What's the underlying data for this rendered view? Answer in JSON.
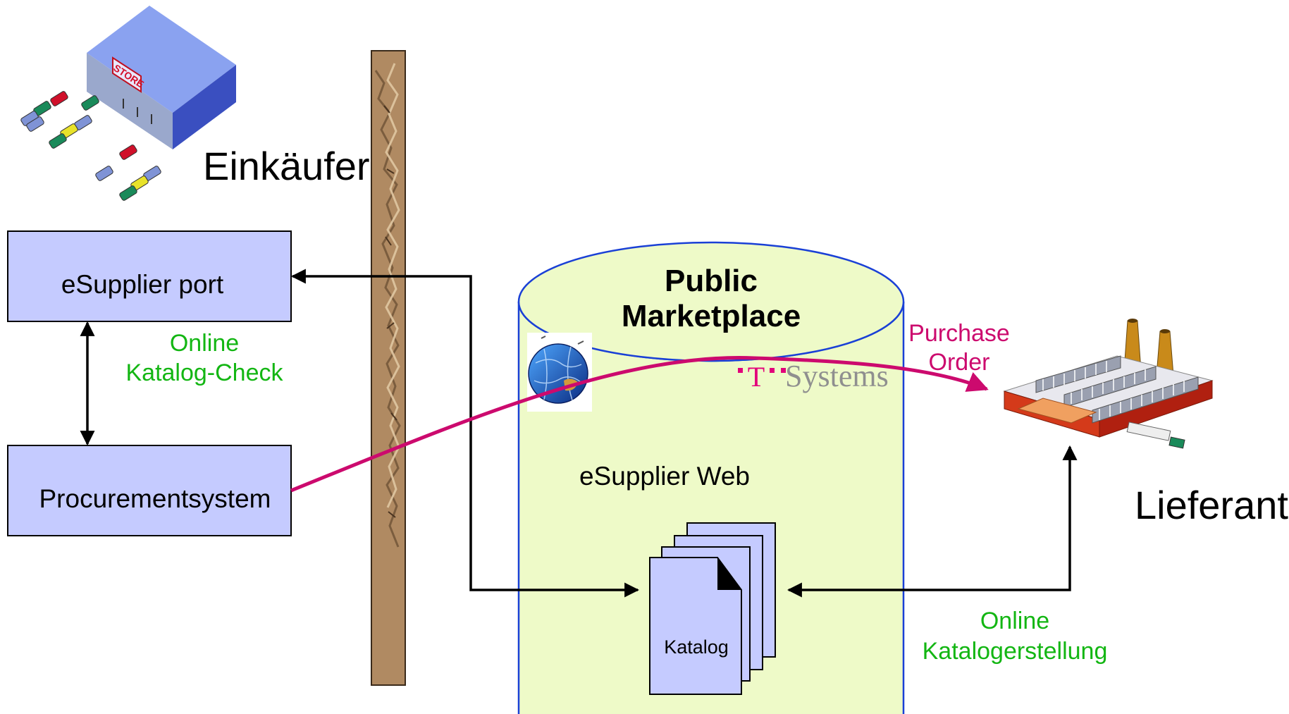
{
  "labels": {
    "einkaeufer": "Einkäufer",
    "lieferant": "Lieferant",
    "esupplier_port": "eSupplier port",
    "procurementsystem": "Procurementsystem",
    "online_check_line1": "Online",
    "online_check_line2": "Katalog-Check",
    "public_line1": "Public",
    "public_line2": "Marketplace",
    "esupplier_web": "eSupplier Web",
    "katalog": "Katalog",
    "purchase_line1": "Purchase",
    "purchase_line2": "Order",
    "online_create_line1": "Online",
    "online_create_line2": "Katalogerstellung",
    "store_sign": "STORE",
    "tsystems_t": "T",
    "tsystems_word": "Systems"
  },
  "colors": {
    "box_fill": "#c5cbff",
    "cylinder_fill": "#eefac8",
    "cylinder_stroke": "#1a40d6",
    "green_text": "#13b613",
    "magenta": "#cc0a6e",
    "wall": "#b08a62"
  },
  "icons": {
    "store": "store-parking-lot-icon",
    "factory": "factory-icon",
    "globe": "globe-icon",
    "firewall": "firewall-wall"
  }
}
